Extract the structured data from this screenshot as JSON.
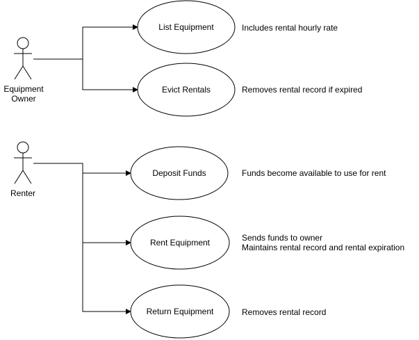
{
  "actors": [
    {
      "id": "owner",
      "lines": [
        "Equipment",
        "Owner"
      ]
    },
    {
      "id": "renter",
      "lines": [
        "Renter"
      ]
    }
  ],
  "use_cases": [
    {
      "id": "list",
      "label": "List Equipment",
      "note_lines": [
        "Includes rental hourly rate"
      ]
    },
    {
      "id": "evict",
      "label": "Evict Rentals",
      "note_lines": [
        "Removes rental record if expired"
      ]
    },
    {
      "id": "deposit",
      "label": "Deposit Funds",
      "note_lines": [
        "Funds become available to use for rent"
      ]
    },
    {
      "id": "rent",
      "label": "Rent Equipment",
      "note_lines": [
        "Sends funds to owner",
        "Maintains rental record and rental expiration"
      ]
    },
    {
      "id": "return",
      "label": "Return Equipment",
      "note_lines": [
        "Removes rental record"
      ]
    }
  ],
  "connections": [
    {
      "from": "owner",
      "to": "list"
    },
    {
      "from": "owner",
      "to": "evict"
    },
    {
      "from": "renter",
      "to": "deposit"
    },
    {
      "from": "renter",
      "to": "rent"
    },
    {
      "from": "renter",
      "to": "return"
    }
  ]
}
